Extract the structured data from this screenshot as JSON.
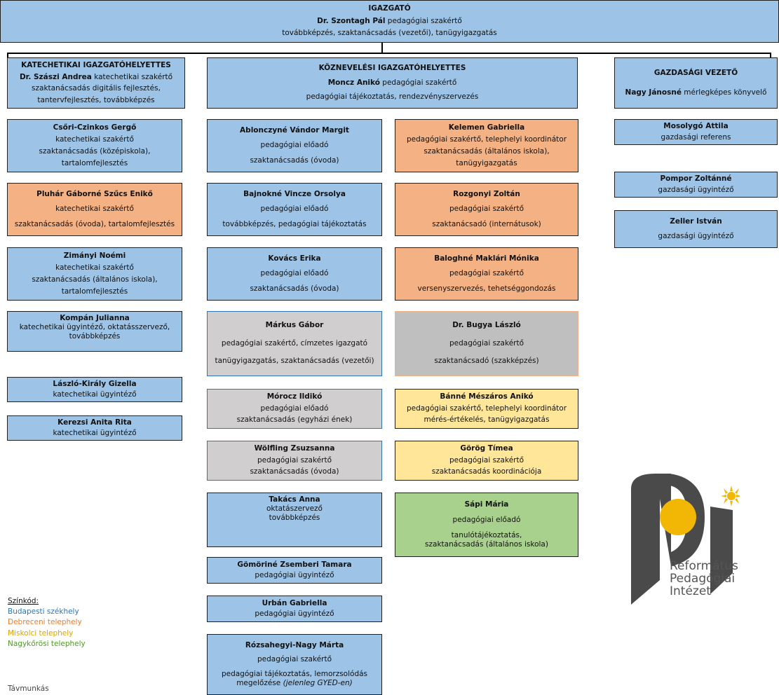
{
  "director": {
    "title": "IGAZGATÓ",
    "name": "Dr. Szontagh Pál",
    "role": "pedagógiai szakértő",
    "duties": "továbbképzés, szaktanácsadás (vezetői), tanügyigazgatás"
  },
  "heads": {
    "catechetical": {
      "title": "KATECHETIKAI IGAZGATÓHELYETTES",
      "name": "Dr. Szászi Andrea",
      "role": "katechetikai szakértő",
      "duties1": "szaktanácsadás digitális fejlesztés,",
      "duties2": "tantervfejlesztés, továbbképzés"
    },
    "public": {
      "title": "KÖZNEVELÉSI IGAZGATÓHELYETTES",
      "name": "Moncz Anikó",
      "role": "pedagógiai szakértő",
      "duties": "pedagógiai tájékoztatás, rendezvényszervezés"
    },
    "finance": {
      "title": "GAZDASÁGI VEZETŐ",
      "name": "Nagy Jánosné",
      "role": "mérlegképes könyvelő"
    }
  },
  "left": [
    {
      "name": "Csőri-Czinkos Gergő",
      "l1": "katechetikai szakértő",
      "l2": "szaktanácsadás (középiskola),",
      "l3": "tartalomfejlesztés"
    },
    {
      "name": "Pluhár Gáborné Szűcs Enikő",
      "l1": "katechetikai szakértő",
      "l2": "",
      "l3": "szaktanácsadás (óvoda), tartalomfejlesztés"
    },
    {
      "name": "Zimányi Noémi",
      "l1": "katechetikai szakértő",
      "l2": "szaktanácsadás (általános iskola),",
      "l3": "tartalomfejlesztés"
    },
    {
      "name": "Kompán Julianna",
      "l1": "katechetikai ügyintéző, oktatásszervező,",
      "l2": "továbbképzés",
      "l3": ""
    },
    {
      "name": "László-Király Gizella",
      "l1": "katechetikai ügyintéző"
    },
    {
      "name": "Kerezsi Anita Rita",
      "l1": "katechetikai ügyintéző"
    }
  ],
  "midA": [
    {
      "name": "Ablonczyné Vándor Margit",
      "l1": "pedagógiai előadó",
      "l2": "szaktanácsadás (óvoda)"
    },
    {
      "name": "Bajnokné Vincze Orsolya",
      "l1": "pedagógiai előadó",
      "l2": "továbbképzés, pedagógiai tájékoztatás"
    },
    {
      "name": "Kovács Erika",
      "l1": "pedagógiai előadó",
      "l2": "szaktanácsadás (óvoda)"
    },
    {
      "name": "Márkus Gábor",
      "l1": "pedagógiai szakértő, címzetes igazgató",
      "l2": "tanügyigazgatás, szaktanácsadás (vezetői)"
    },
    {
      "name": "Mórocz Ildikó",
      "l1": "pedagógiai előadó",
      "l2": "szaktanácsadás (egyházi ének)"
    },
    {
      "name": "Wölfling Zsuzsanna",
      "l1": "pedagógiai szakértő",
      "l2": "szaktanácsadás (óvoda)"
    },
    {
      "name": "Takács Anna",
      "l1": "oktatászervező",
      "l2": "továbbképzés"
    },
    {
      "name": "Gömöriné Zsemberi Tamara",
      "l1": "pedagógiai ügyintéző"
    },
    {
      "name": "Urbán Gabriella",
      "l1": "pedagógiai ügyintéző"
    },
    {
      "name": "Rózsahegyi-Nagy Márta",
      "l1": "pedagógiai szakértő",
      "l2": "pedagógiai tájékoztatás, lemorzsolódás",
      "l3": "megelőzése",
      "l3i": "(jelenleg GYED-en)"
    }
  ],
  "midB": [
    {
      "name": "Kelemen Gabriella",
      "l1": "pedagógiai szakértő, telephelyi koordinátor",
      "l2": "szaktanácsadás  (általános iskola),",
      "l3": "tanügyigazgatás"
    },
    {
      "name": "Rozgonyi Zoltán",
      "l1": "pedagógiai szakértő",
      "l2": "szaktanácsadó (internátusok)"
    },
    {
      "name": "Baloghné Maklári Mónika",
      "l1": "pedagógiai szakértő",
      "l2": "versenyszervezés, tehetséggondozás"
    },
    {
      "name": "Dr. Bugya László",
      "l1": "pedagógiai szakértő",
      "l2": "szaktanácsadó (szakképzés)"
    },
    {
      "name": "Bánné Mészáros Anikó",
      "l1": "pedagógiai szakértő, telephelyi koordinátor",
      "l2": "mérés-értékelés, tanügyigazgatás"
    },
    {
      "name": "Görög Tímea",
      "l1": "pedagógiai szakértő",
      "l2": "szaktanácsadás koordinációja"
    },
    {
      "name": "Sápi Mária",
      "l1": "pedagógiai előadó",
      "l2": "tanulótájékoztatás,",
      "l3": "szaktanácsadás (általános iskola)"
    }
  ],
  "right": [
    {
      "name": "Mosolygó Attila",
      "l1": "gazdasági referens"
    },
    {
      "name": "Pompor Zoltánné",
      "l1": "gazdasági ügyintéző"
    },
    {
      "name": "Zeller István",
      "l1": "gazdasági ügyintéző"
    }
  ],
  "legend": {
    "title": "Színkód:",
    "budapest": "Budapesti székhely",
    "debrecen": "Debreceni telephely",
    "miskolc": "Miskolci telephely",
    "nagykoros": "Nagykőrösi telephely",
    "remote": "Távmunkás"
  },
  "logo": {
    "line1": "Református",
    "line2": "Pedagógiai",
    "line3": "Intézet"
  },
  "colors": {
    "budapest": "#9dc3e6",
    "debrecen": "#f4b183",
    "miskolc": "#ffe699",
    "nagykoros": "#a9d18e",
    "remote": "#d0cece"
  }
}
